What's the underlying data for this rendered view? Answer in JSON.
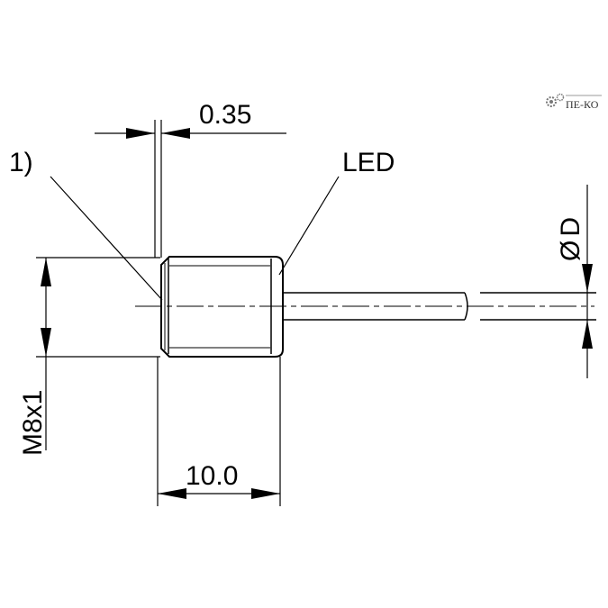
{
  "dimensions": {
    "offset": "0.35",
    "length": "10.0",
    "thread": "M8x1",
    "cable_diameter": "D"
  },
  "labels": {
    "footnote": "1)",
    "led": "LED",
    "diameter_symbol": "Ø"
  },
  "logo": {
    "text": "ПЕ-КО"
  }
}
